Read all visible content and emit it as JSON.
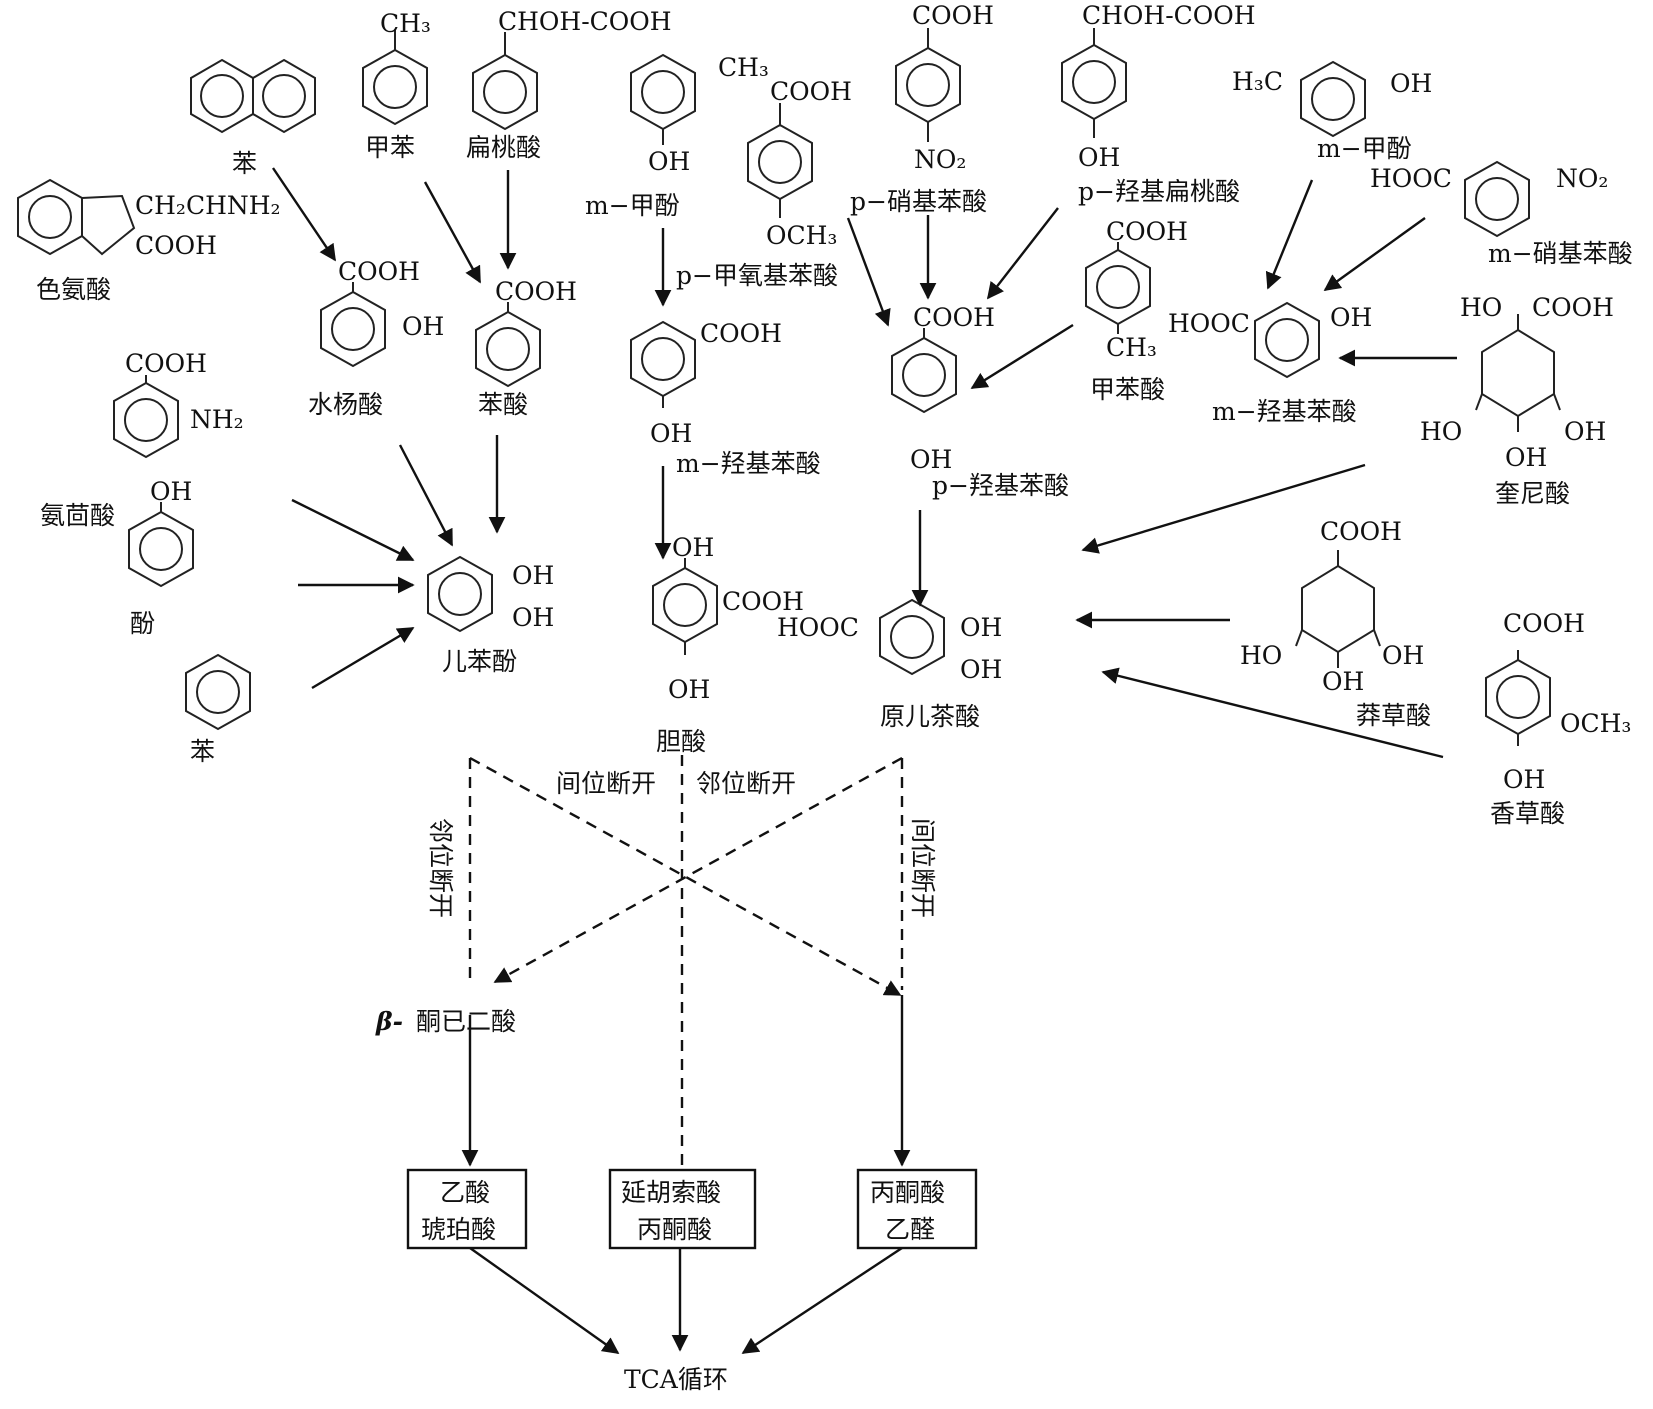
{
  "compounds": {
    "naphthalene": "苯",
    "toluene": "甲苯",
    "mandelic_acid": "扁桃酸",
    "m_cresol_top": "m−甲酚",
    "p_methoxybenzoic": "p−甲氧基苯酸",
    "p_nitrobenzoic": "p−硝基苯酸",
    "p_hydroxymandelic": "p−羟基扁桃酸",
    "m_cresol_right": "m−甲酚",
    "m_nitrobenzoic": "m−硝基苯酸",
    "tryptophan": "色氨酸",
    "salicylic": "水杨酸",
    "benzoic": "苯酸",
    "toluic": "甲苯酸",
    "m_hydroxybenzoic_right": "m−羟基苯酸",
    "quinic": "奎尼酸",
    "anthranilic": "氨茴酸",
    "m_hydroxybenzoic_mid": "m−羟基苯酸",
    "p_hydroxybenzoic": "p−羟基苯酸",
    "phenol": "酚",
    "benzene": "苯",
    "catechol": "儿苯酚",
    "gentisic": "胆酸",
    "protocatechuic": "原儿茶酸",
    "shikimic": "莽草酸",
    "vanillic": "香草酸",
    "ketoadipate_prefix": "β-",
    "ketoadipate": "酮已二酸"
  },
  "groups": {
    "ch3": "CH₃",
    "chohcooh": "CHOH-COOH",
    "oh": "OH",
    "cooh": "COOH",
    "hooc": "HOOC",
    "no2": "NO₂",
    "och3": "OCH₃",
    "h3c": "H₃C",
    "nh2": "NH₂",
    "ho": "HO",
    "ch2chnh2": "CH₂CHNH₂"
  },
  "cleavage": {
    "meta": "间位断开",
    "ortho": "邻位断开"
  },
  "products": {
    "left_line1": "乙酸",
    "left_line2": "琥珀酸",
    "mid_line1": "延胡索酸",
    "mid_line2": "丙酮酸",
    "right_line1": "丙酮酸",
    "right_line2": "乙醛"
  },
  "final": "TCA循环"
}
